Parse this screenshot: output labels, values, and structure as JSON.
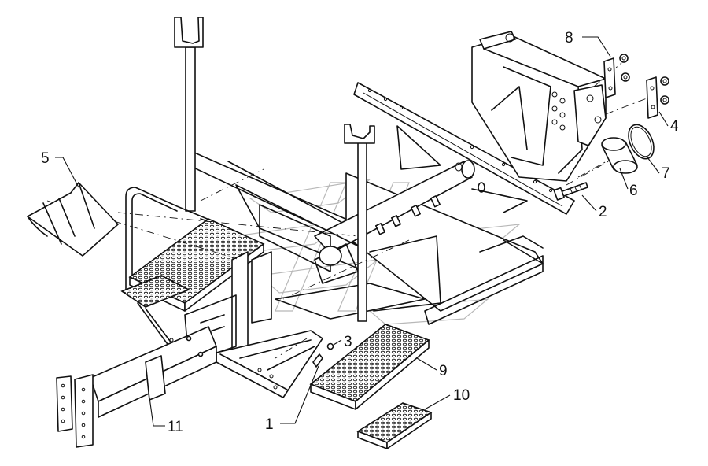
{
  "diagram": {
    "callouts": [
      {
        "id": "c1",
        "label": "1"
      },
      {
        "id": "c2",
        "label": "2"
      },
      {
        "id": "c3",
        "label": "3"
      },
      {
        "id": "c4",
        "label": "4"
      },
      {
        "id": "c5",
        "label": "5"
      },
      {
        "id": "c6",
        "label": "6"
      },
      {
        "id": "c7",
        "label": "7"
      },
      {
        "id": "c8",
        "label": "8"
      },
      {
        "id": "c9",
        "label": "9"
      },
      {
        "id": "c10",
        "label": "10"
      },
      {
        "id": "c11",
        "label": "11"
      }
    ],
    "colors": {
      "line": "#111111",
      "background": "#ffffff",
      "watermark": "#b8b8b8"
    }
  }
}
